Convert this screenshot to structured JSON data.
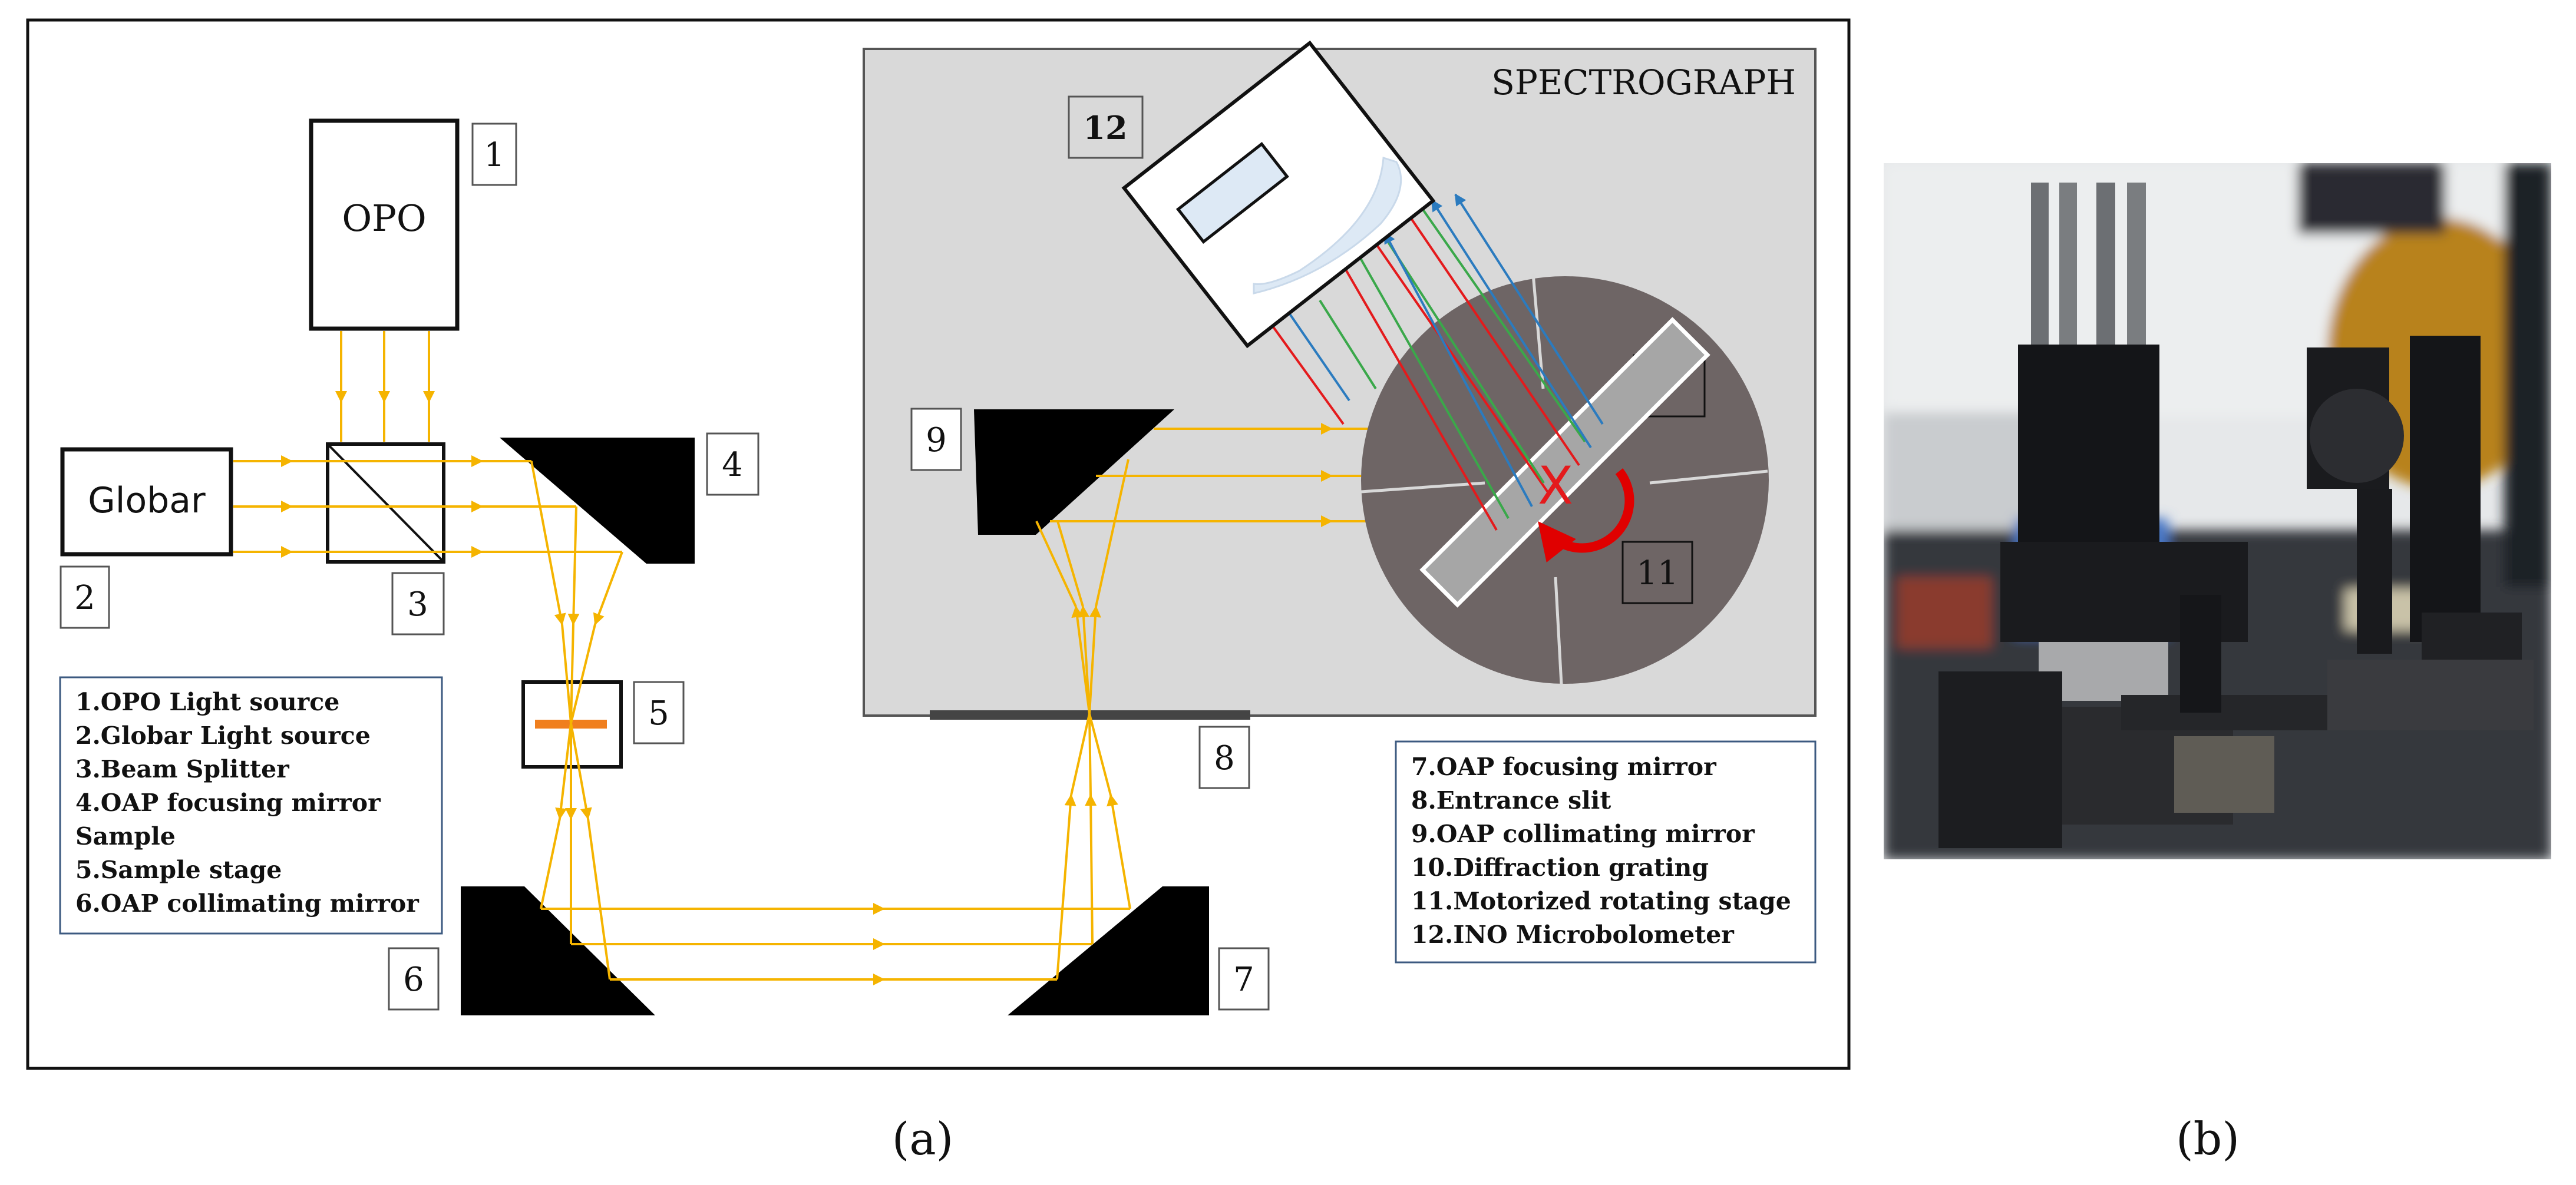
{
  "panel_a": {
    "caption": "(a)",
    "spectrograph_title": "SPECTROGRAPH",
    "opo_label": "OPO",
    "globar_label": "Globar",
    "grating_mark": "X",
    "component_numbers": [
      "1",
      "2",
      "3",
      "4",
      "5",
      "6",
      "7",
      "8",
      "9",
      "11",
      "12"
    ],
    "legend_left": [
      "1.OPO Light source",
      "2.Globar Light source",
      "3.Beam Splitter",
      "4.OAP focusing mirror",
      "Sample",
      "5.Sample stage",
      "6.OAP collimating mirror"
    ],
    "legend_right": [
      "7.OAP focusing mirror",
      "8.Entrance slit",
      "9.OAP collimating mirror",
      "10.Diffraction grating",
      "11.Motorized rotating stage",
      "12.INO Microbolometer"
    ],
    "colors": {
      "beam": "#f5b400",
      "spectrograph_bg": "#d9d9d9",
      "stage": "#6e6565",
      "grating": "#a6a6a6",
      "red_ray": "#e41a1c",
      "green_ray": "#3aa84a",
      "blue_ray": "#2b7bbf",
      "rotation_arrow": "#e00000",
      "sample": "#f07f1e",
      "legend_border": "#3c5a80",
      "lens": "#dde9f5"
    }
  },
  "panel_b": {
    "caption": "(b)"
  }
}
